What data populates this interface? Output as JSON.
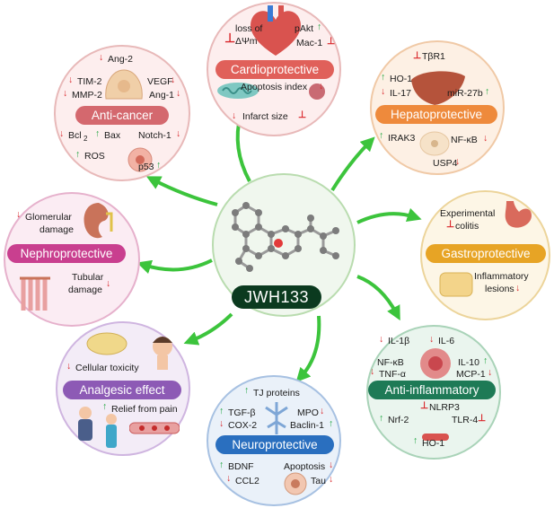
{
  "center": {
    "title": "JWH133"
  },
  "colors": {
    "arrow": "#3cc43c",
    "up": "#18a33a",
    "down": "#d9262a"
  },
  "cardio": {
    "banner": "Cardioprotective",
    "color": "#e0605a",
    "loss": "loss of",
    "dpsi": "ΔΨm",
    "pakt": "pAkt",
    "mac1": "Mac-1",
    "apoptosis": "Apoptosis index",
    "infarct": "Infarct size"
  },
  "hepato": {
    "banner": "Hepatoprotective",
    "color": "#ee8a3c",
    "tbr1": "TβR1",
    "ho1": "HO-1",
    "il17": "IL-17",
    "mir27b": "miR-27b",
    "irak3": "IRAK3",
    "nfkb": "NF-κB",
    "usp4": "USP4"
  },
  "gastro": {
    "banner": "Gastroprotective",
    "color": "#e7a425",
    "experimental": "Experimental",
    "colitis": "colitis",
    "inflammatory": "Inflammatory",
    "lesions": "lesions"
  },
  "antiinflam": {
    "banner": "Anti-inflammatory",
    "color": "#1e7a56",
    "il1b": "IL-1β",
    "il6": "IL-6",
    "nfkb": "NF-κB",
    "tnfa": "TNF-α",
    "il10": "IL-10",
    "mcp1": "MCP-1",
    "nlrp3": "NLRP3",
    "nrf2": "Nrf-2",
    "tlr4": "TLR-4",
    "ho1": "HO-1"
  },
  "neuro": {
    "banner": "Neuroprotective",
    "color": "#2a6fbf",
    "tj": "TJ proteins",
    "tgfb": "TGF-β",
    "cox2": "COX-2",
    "mpo": "MPO",
    "baclin": "Baclin-1",
    "bdnf": "BDNF",
    "apoptosis": "Apoptosis",
    "ccl2": "CCL2",
    "tau": "Tau"
  },
  "analgesic": {
    "banner": "Analgesic effect",
    "color": "#8d5ab5",
    "toxicity": "Cellular toxicity",
    "relief": "Relief from pain"
  },
  "nephro": {
    "banner": "Nephroprotective",
    "color": "#c93f8f",
    "glomerular": "Glomerular",
    "damage1": "damage",
    "tubular": "Tubular",
    "damage2": "damage"
  },
  "cancer": {
    "banner": "Anti-cancer",
    "color": "#d4686e",
    "ang2": "Ang-2",
    "tim2": "TIM-2",
    "mmp2": "MMP-2",
    "vegf": "VEGF",
    "ang1": "Ang-1",
    "bcl2": "Bcl",
    "bcl2sub": "2",
    "bax": "Bax",
    "notch": "Notch-1",
    "ros": "ROS",
    "p53": "p53"
  }
}
